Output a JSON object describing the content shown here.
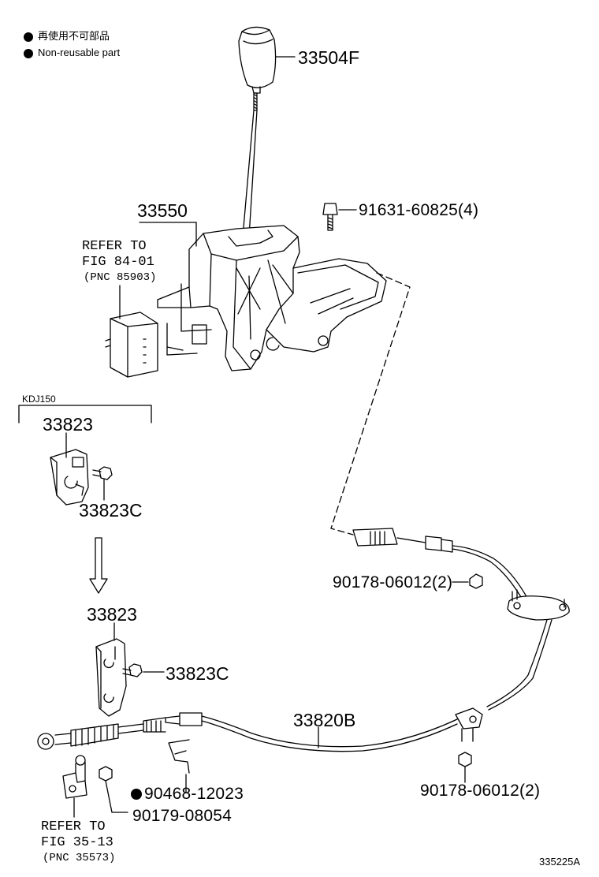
{
  "legend": {
    "jp": "再使用不可部品",
    "en": "Non-reusable part"
  },
  "parts": {
    "knob": "33504F",
    "shift_lever_assy": "33550",
    "bolt_top": "91631-60825(4)",
    "bracket_a_top": "33823",
    "bracket_c_top": "33823C",
    "bracket_a_bottom": "33823",
    "bracket_c_bottom": "33823C",
    "nut_mid": "90178-06012(2)",
    "cable": "33820B",
    "nut_bottom": "90178-06012(2)",
    "clip": "90468-12023",
    "nut_small": "90179-08054"
  },
  "refs": {
    "fig84": {
      "line1": "REFER TO",
      "line2": "FIG 84-01",
      "line3": "(PNC 85903)"
    },
    "fig35": {
      "line1": "REFER TO",
      "line2": "FIG 35-13",
      "line3": "(PNC 35573)"
    }
  },
  "variant_label": "KDJ150",
  "illustration_id": "335225A",
  "non_reusable_marker": "filled-circle-icon"
}
